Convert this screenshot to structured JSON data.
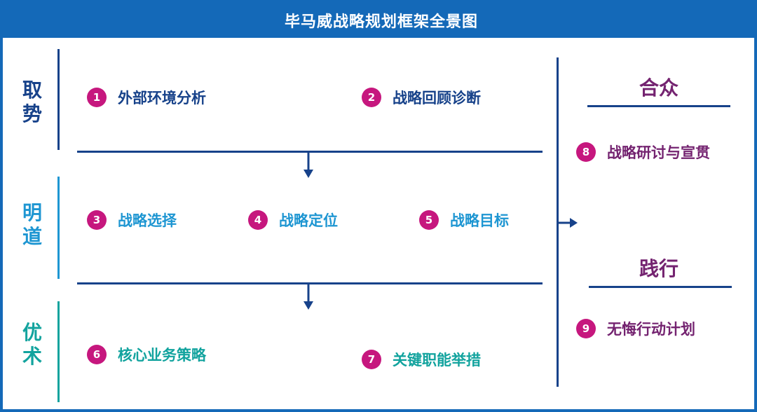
{
  "title": "毕马威战略规划框架全景图",
  "colors": {
    "primary_blue": "#1469b8",
    "dark_blue": "#17428a",
    "light_blue": "#1e96d2",
    "teal": "#12a39e",
    "magenta": "#c6177e",
    "purple": "#742370"
  },
  "sections": [
    {
      "label_top": "取",
      "label_bottom": "势"
    },
    {
      "label_top": "明",
      "label_bottom": "道"
    },
    {
      "label_top": "优",
      "label_bottom": "术"
    }
  ],
  "items": [
    {
      "num": "1",
      "text": "外部环境分析"
    },
    {
      "num": "2",
      "text": "战略回顾诊断"
    },
    {
      "num": "3",
      "text": "战略选择"
    },
    {
      "num": "4",
      "text": "战略定位"
    },
    {
      "num": "5",
      "text": "战略目标"
    },
    {
      "num": "6",
      "text": "核心业务策略"
    },
    {
      "num": "7",
      "text": "关键职能举措"
    },
    {
      "num": "8",
      "text": "战略研讨与宣贯"
    },
    {
      "num": "9",
      "text": "无悔行动计划"
    }
  ],
  "right": {
    "heading_top": "合众",
    "heading_bottom": "践行"
  }
}
